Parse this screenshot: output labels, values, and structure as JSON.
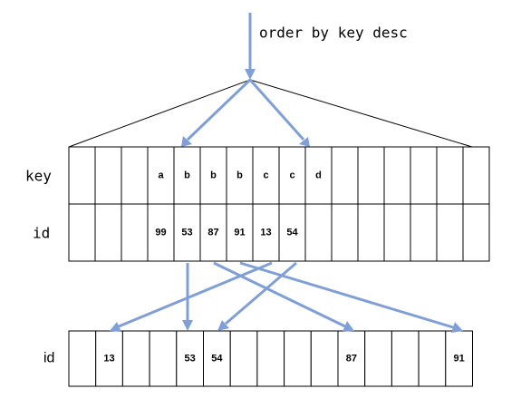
{
  "caption": "order by key desc",
  "index": {
    "key_label": "key",
    "id_label": "id",
    "keys": [
      "",
      "",
      "",
      "a",
      "b",
      "b",
      "b",
      "c",
      "c",
      "d",
      "",
      "",
      "",
      "",
      "",
      ""
    ],
    "ids": [
      "",
      "",
      "",
      "99",
      "53",
      "87",
      "91",
      "13",
      "54",
      "",
      "",
      "",
      "",
      "",
      "",
      ""
    ]
  },
  "table": {
    "id_label": "id",
    "ids": [
      "",
      "13",
      "",
      "",
      "53",
      "54",
      "",
      "",
      "",
      "",
      "87",
      "",
      "",
      "",
      "91"
    ]
  },
  "colors": {
    "arrow": "#7f9fd6",
    "line": "#000000"
  }
}
